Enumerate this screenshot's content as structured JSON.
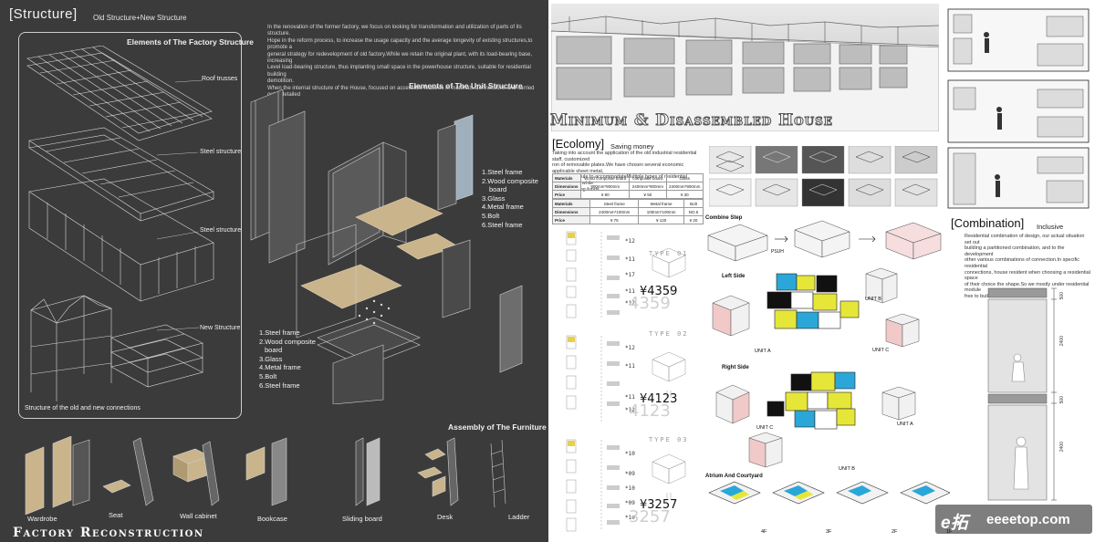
{
  "left": {
    "header": {
      "title": "[Structure]",
      "subtitle": "Old Structure+New Structure"
    },
    "intro_lines": [
      "In the renovation of the former factory, we focus on looking for transformation and utilization of parts of its structure.",
      "Hope in the reform process, to increase the usage capacity and the average longevity of existing structures,to promote a",
      "general strategy for redevelopment of old factory.While we retain the original plant, with its load-bearing base, increasing",
      "Level load-bearing structure, thus implanting small space in the powerhouse structure, suitable for residential building",
      "demolition.",
      "When the internal structure of the House, focused on accessible features in materials.Connections and carried out a detailed",
      "plan."
    ],
    "factory_structure": {
      "title": "Elements of The Factory Structure",
      "labels": [
        "Roof trusses",
        "Steel structure",
        "Steel structure",
        "New Structure"
      ],
      "caption": "Structure of the old and new connections"
    },
    "unit_structure": {
      "title": "Elements of The Unit Structure",
      "list_a": [
        "1.Steel frame",
        "2.Wood composite",
        "board",
        "3.Glass",
        "4.Metal frame",
        "5.Bolt",
        "6.Steel frame"
      ],
      "list_b": [
        "1.Steel frame",
        "2.Wood composite",
        "board",
        "3.Glass",
        "4.Metal frame",
        "5.Bolt",
        "6.Steel frame"
      ]
    },
    "furniture": {
      "title": "Assembly of The Furniture",
      "items": [
        "Wardrobe",
        "Seat",
        "Wall cabinet",
        "Bookcase",
        "Sliding board",
        "Desk",
        "Ladder"
      ]
    },
    "footer_title": "Factory Reconstruction"
  },
  "right": {
    "hero_title": "Minimum & Disassembled House",
    "ecology": {
      "title": "[Ecolomy]",
      "subtitle": "Saving money",
      "text": [
        "Taking into account the application of the old industrial residential staff, customized",
        "ron of removable plates.We have chosen several economic applicable sheet metal,",
        "its basic module to accommodateMultiple types of residential construction, while",
        "saving housing funds."
      ],
      "table1": [
        [
          "Materials",
          "Wood composite board",
          "composite board",
          "Glass"
        ],
        [
          "Dimensions",
          "900mm*900mm",
          "2400mm*900mm",
          "2400mm*900mm"
        ],
        [
          "Price",
          "¥ 80",
          "¥ 50",
          "¥ 30"
        ]
      ],
      "table2": [
        [
          "Materials",
          "Steel frame",
          "Metal frame",
          "Bolt"
        ],
        [
          "Dimensions",
          "2400mm*100mm",
          "100mm*100mm",
          "NO.5"
        ],
        [
          "Price",
          "¥ 75",
          "¥ 120",
          "¥ 20"
        ]
      ]
    },
    "types": [
      {
        "label": "TYPE 01",
        "qty": [
          "*12",
          "*11",
          "*17",
          "*11",
          "*12"
        ],
        "price": "¥4359",
        "ghost": "4359"
      },
      {
        "label": "TYPE 02",
        "qty": [
          "*12",
          "*11",
          "*11",
          "*12"
        ],
        "price": "¥4123",
        "ghost": "4123"
      },
      {
        "label": "TYPE 03",
        "qty": [
          "*10",
          "*09",
          "*10",
          "*09",
          "*10"
        ],
        "price": "¥3257",
        "ghost": "3257"
      }
    ],
    "combine": {
      "step_label": "Combine Step",
      "push_label": "PSUH",
      "left_side": "Left Side",
      "right_side": "Right Side",
      "units_left": [
        "UNIT B",
        "UNIT A",
        "UNIT C"
      ],
      "units_right": [
        "UNIT C",
        "UNIT A",
        "UNIT B"
      ],
      "atrium_label": "Atrium And Courtyard",
      "floors": [
        "4F",
        "3F",
        "2F",
        "1F"
      ]
    },
    "combination": {
      "title": "[Combination]",
      "subtitle": "Inclusive",
      "text": [
        "Residential combination of design, our actual situation set out",
        "building a partitioned combination, and to the development",
        "other various combinations of connection.In specific residential",
        "connections, house resident when choosing a residential space",
        "of their choice the shape.So we mostly under residential module",
        "free to build."
      ]
    },
    "section_dims": [
      "500",
      "2400",
      "500",
      "2400"
    ],
    "watermark": {
      "glyph": "e拓",
      "site": "eeeetop.com"
    }
  }
}
